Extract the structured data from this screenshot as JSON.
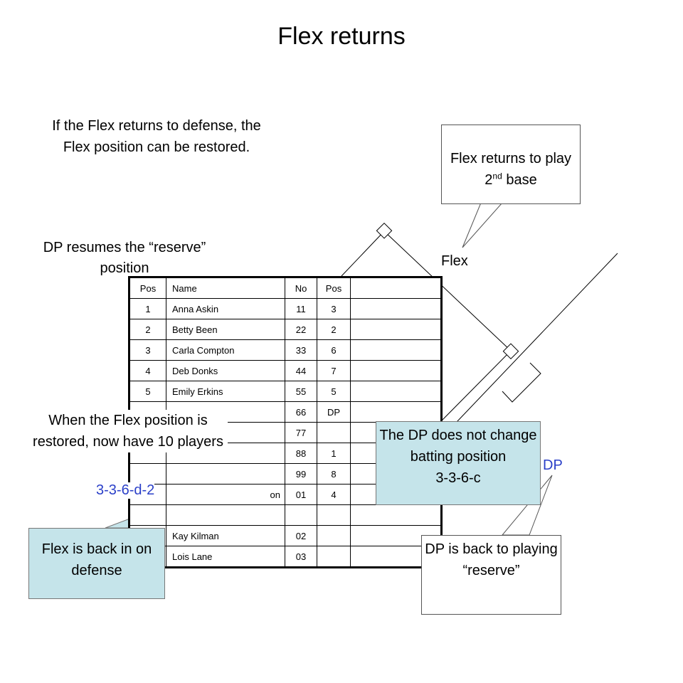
{
  "title": "Flex returns",
  "intro_text": "If the Flex returns to defense, the Flex position can be restored.",
  "dp_resumes_text": "DP  resumes the “reserve” position",
  "flex_label": "Flex",
  "dp_label": "DP",
  "callout_flex_returns": {
    "text_before": "Flex returns to play 2",
    "superscript": "nd",
    "text_after": " base"
  },
  "callout_dp_reserve": "DP is back to playing “reserve”",
  "callout_dp_no_change": {
    "line1": "The DP does not change batting position",
    "line2": "3-3-6-c"
  },
  "callout_flex_defense": "Flex is back in on defense",
  "restored_note": "When the Flex position is restored, now have 10 players",
  "rule_code": "3-3-6-d-2",
  "lineup": {
    "headers": [
      "Pos",
      "Name",
      "No",
      "Pos",
      ""
    ],
    "rows": [
      [
        "1",
        "Anna Askin",
        "11",
        "3",
        ""
      ],
      [
        "2",
        "Betty Been",
        "22",
        "2",
        ""
      ],
      [
        "3",
        "Carla Compton",
        "33",
        "6",
        ""
      ],
      [
        "4",
        "Deb Donks",
        "44",
        "7",
        ""
      ],
      [
        "5",
        "Emily Erkins",
        "55",
        "5",
        ""
      ],
      [
        "",
        "",
        "66",
        "DP",
        ""
      ],
      [
        "",
        "",
        "77",
        "",
        ""
      ],
      [
        "",
        "",
        "88",
        "1",
        ""
      ],
      [
        "",
        "",
        "99",
        "8",
        ""
      ],
      [
        "",
        "on",
        "01",
        "4",
        ""
      ],
      [
        "",
        "",
        "",
        "",
        ""
      ],
      [
        "",
        "Kay Kilman",
        "02",
        "",
        ""
      ],
      [
        "",
        "Lois Lane",
        "03",
        "",
        ""
      ]
    ]
  },
  "colors": {
    "blue_text": "#2a3fc8",
    "callout_teal": "#c5e4ea"
  }
}
